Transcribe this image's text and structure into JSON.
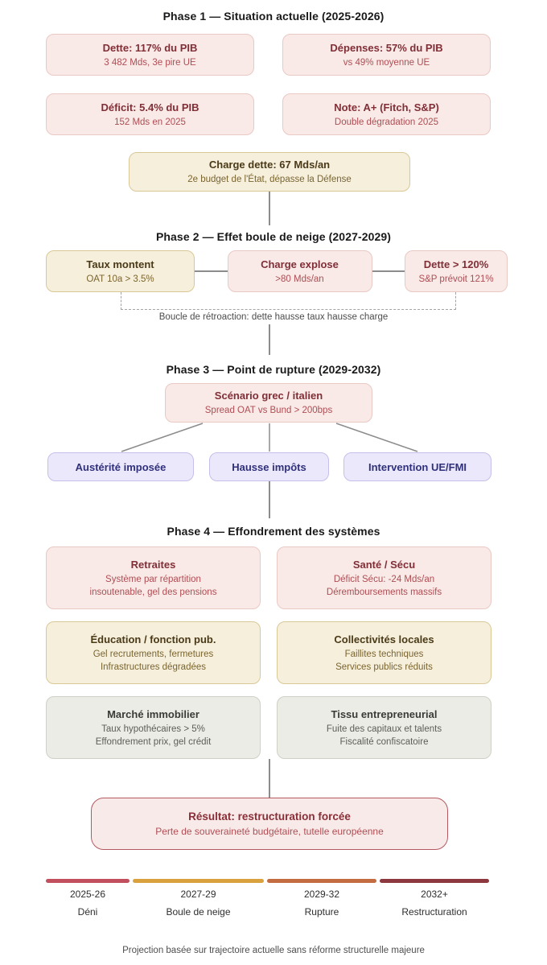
{
  "phase1": {
    "title": "Phase 1 — Situation actuelle (2025-2026)",
    "boxes": [
      {
        "title": "Dette: 117% du PIB",
        "subtitle": "3 482 Mds, 3e pire UE"
      },
      {
        "title": "Dépenses: 57% du PIB",
        "subtitle": "vs 49% moyenne UE"
      },
      {
        "title": "Déficit: 5.4% du PIB",
        "subtitle": "152 Mds en 2025"
      },
      {
        "title": "Note: A+ (Fitch, S&P)",
        "subtitle": "Double dégradation 2025"
      }
    ],
    "highlight": {
      "title": "Charge dette: 67 Mds/an",
      "subtitle": "2e budget de l'État, dépasse la Défense"
    }
  },
  "phase2": {
    "title": "Phase 2 — Effet boule de neige (2027-2029)",
    "boxes": [
      {
        "title": "Taux montent",
        "subtitle": "OAT 10a > 3.5%"
      },
      {
        "title": "Charge explose",
        "subtitle": ">80 Mds/an"
      },
      {
        "title": "Dette > 120%",
        "subtitle": "S&P prévoit 121%"
      }
    ],
    "loop_label": "Boucle de rétroaction: dette hausse taux hausse charge"
  },
  "phase3": {
    "title": "Phase 3 — Point de rupture (2029-2032)",
    "trigger": {
      "title": "Scénario grec / italien",
      "subtitle": "Spread OAT vs Bund > 200bps"
    },
    "options": [
      {
        "label": "Austérité imposée"
      },
      {
        "label": "Hausse impôts"
      },
      {
        "label": "Intervention UE/FMI"
      }
    ]
  },
  "phase4": {
    "title": "Phase 4 — Effondrement des systèmes",
    "boxes": [
      {
        "title": "Retraites",
        "line1": "Système par répartition",
        "line2": "insoutenable, gel des pensions"
      },
      {
        "title": "Santé / Sécu",
        "line1": "Déficit Sécu: -24 Mds/an",
        "line2": "Déremboursements massifs"
      },
      {
        "title": "Éducation / fonction pub.",
        "line1": "Gel recrutements, fermetures",
        "line2": "Infrastructures dégradées"
      },
      {
        "title": "Collectivités locales",
        "line1": "Faillites techniques",
        "line2": "Services publics réduits"
      },
      {
        "title": "Marché immobilier",
        "line1": "Taux hypothécaires > 5%",
        "line2": "Effondrement prix, gel crédit"
      },
      {
        "title": "Tissu entrepreneurial",
        "line1": "Fuite des capitaux et talents",
        "line2": "Fiscalité confiscatoire"
      }
    ]
  },
  "result": {
    "title": "Résultat: restructuration forcée",
    "subtitle": "Perte de souveraineté budgétaire, tutelle européenne"
  },
  "timeline": {
    "segments": [
      {
        "years": "2025-26",
        "label": "Déni",
        "color": "#c14f5d"
      },
      {
        "years": "2027-29",
        "label": "Boule de neige",
        "color": "#d9a23e"
      },
      {
        "years": "2029-32",
        "label": "Rupture",
        "color": "#c36c42"
      },
      {
        "years": "2032+",
        "label": "Restructuration",
        "color": "#8d383e"
      }
    ]
  },
  "footer": "Projection basée sur trajectoire actuelle sans réforme structurelle majeure",
  "colors": {
    "line": "#8c8c8c",
    "pink_bg": "#f9e9e7",
    "beige_bg": "#f6efdb",
    "lavender_bg": "#eae8fa",
    "gray_bg": "#ecece7",
    "result_border": "#b4595f"
  }
}
